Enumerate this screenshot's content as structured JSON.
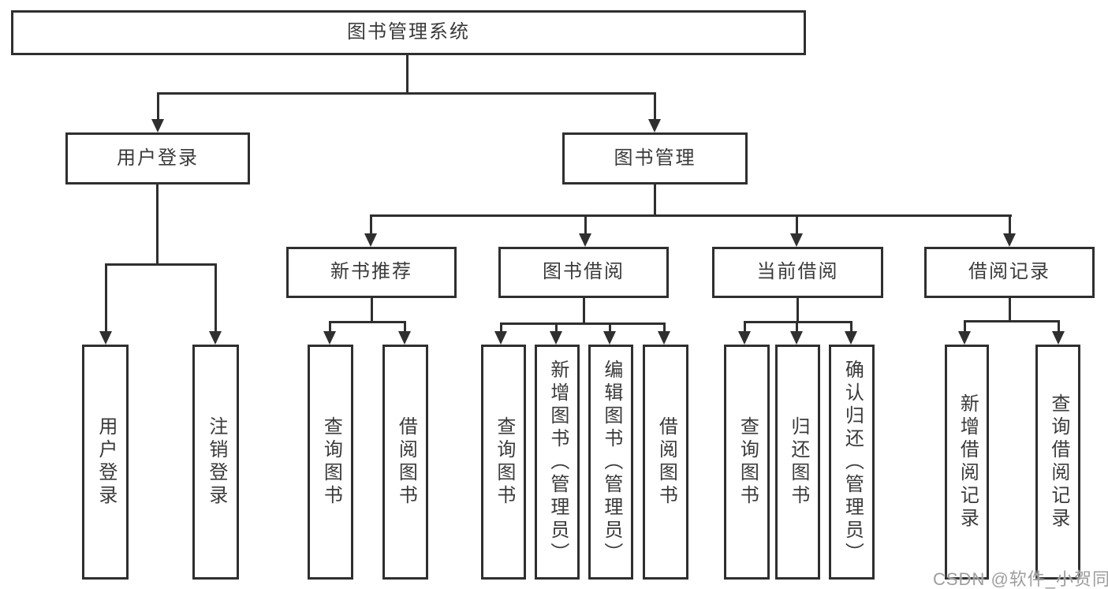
{
  "diagram_title": "图书管理系统",
  "colors": {
    "line": "#2f2f2f",
    "box_border": "#2f2f2f",
    "text": "#3a3a3a",
    "background": "#ffffff",
    "watermark": "#9e9e9e"
  },
  "tree": {
    "root": {
      "label": "图书管理系统"
    },
    "branches": [
      {
        "label": "用户登录",
        "children": [
          {
            "label": "用户登录"
          },
          {
            "label": "注销登录"
          }
        ]
      },
      {
        "label": "图书管理",
        "children": [
          {
            "label": "新书推荐",
            "children": [
              {
                "label": "查询图书"
              },
              {
                "label": "借阅图书"
              }
            ]
          },
          {
            "label": "图书借阅",
            "children": [
              {
                "label": "查询图书"
              },
              {
                "label": "新增图书（管理员）"
              },
              {
                "label": "编辑图书（管理员）"
              },
              {
                "label": "借阅图书"
              }
            ]
          },
          {
            "label": "当前借阅",
            "children": [
              {
                "label": "查询图书"
              },
              {
                "label": "归还图书"
              },
              {
                "label": "确认归还（管理员）"
              }
            ]
          },
          {
            "label": "借阅记录",
            "children": [
              {
                "label": "新增借阅记录"
              },
              {
                "label": "查询借阅记录"
              }
            ]
          }
        ]
      }
    ]
  },
  "watermark": {
    "text": "CSDN @软件_小贺同学"
  }
}
